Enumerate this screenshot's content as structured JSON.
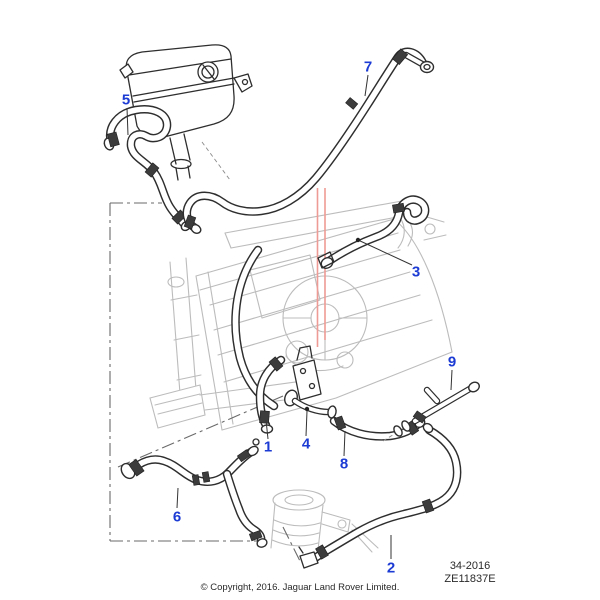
{
  "diagram": {
    "callouts": [
      {
        "label": "1"
      },
      {
        "label": "2"
      },
      {
        "label": "3"
      },
      {
        "label": "4"
      },
      {
        "label": "5"
      },
      {
        "label": "6"
      },
      {
        "label": "7"
      },
      {
        "label": "8"
      },
      {
        "label": "9"
      }
    ],
    "footer": {
      "section_code": "34-2016",
      "drawing_code": "ZE11837E",
      "copyright": "© Copyright, 2016. Jaguar Land Rover Limited."
    },
    "colors": {
      "callout_blue": "#1c3bd4",
      "highlight_red": "#ef9b95",
      "line_dark": "#2e2e2e",
      "line_gray": "#bcbcbc"
    }
  }
}
